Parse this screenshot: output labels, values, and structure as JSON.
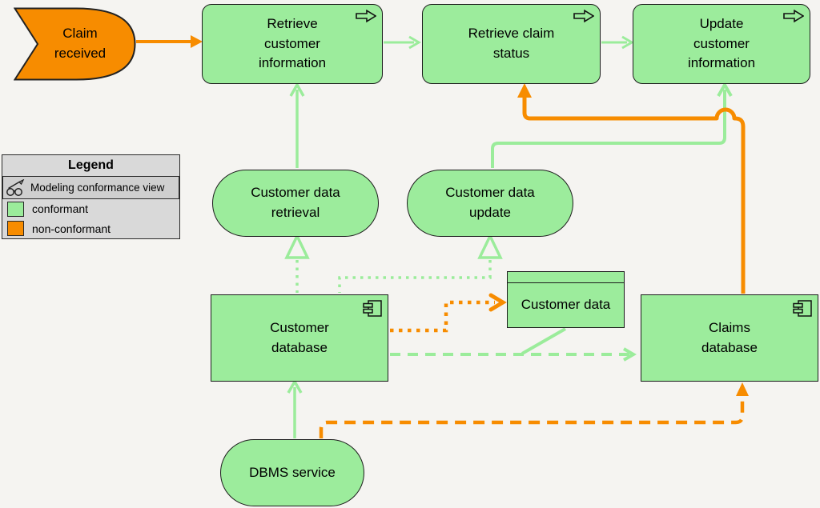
{
  "colors": {
    "conformant_line": "#9bec9b",
    "non_conformant": "#f78c00",
    "node_fill": "#9cec9c",
    "node_border": "#1c1c1c",
    "background": "#f5f4f1",
    "legend_bg": "#d9d9d9",
    "legend_row_bg": "#cfcfcf"
  },
  "legend": {
    "title": "Legend",
    "viewpoint_label": "Modeling conformance view",
    "viewpoint_icon": "glasses-icon",
    "items": [
      {
        "label": "conformant",
        "color": "#9bec9b"
      },
      {
        "label": "non-conformant",
        "color": "#f78c00"
      }
    ]
  },
  "nodes": {
    "claim_received": {
      "label": "Claim received",
      "type": "event"
    },
    "retrieve_customer_information": {
      "label": "Retrieve customer information",
      "type": "process",
      "icon": "process-arrow-icon"
    },
    "retrieve_claim_status": {
      "label": "Retrieve claim status",
      "type": "process",
      "icon": "process-arrow-icon"
    },
    "update_customer_information": {
      "label": "Update customer information",
      "type": "process",
      "icon": "process-arrow-icon"
    },
    "customer_data_retrieval": {
      "label": "Customer data retrieval",
      "type": "service"
    },
    "customer_data_update": {
      "label": "Customer data update",
      "type": "service"
    },
    "customer_data": {
      "label": "Customer data",
      "type": "data-object"
    },
    "customer_database": {
      "label": "Customer database",
      "type": "component",
      "icon": "component-icon"
    },
    "claims_database": {
      "label": "Claims database",
      "type": "component",
      "icon": "component-icon"
    },
    "dbms_service": {
      "label": "DBMS service",
      "type": "service"
    }
  }
}
